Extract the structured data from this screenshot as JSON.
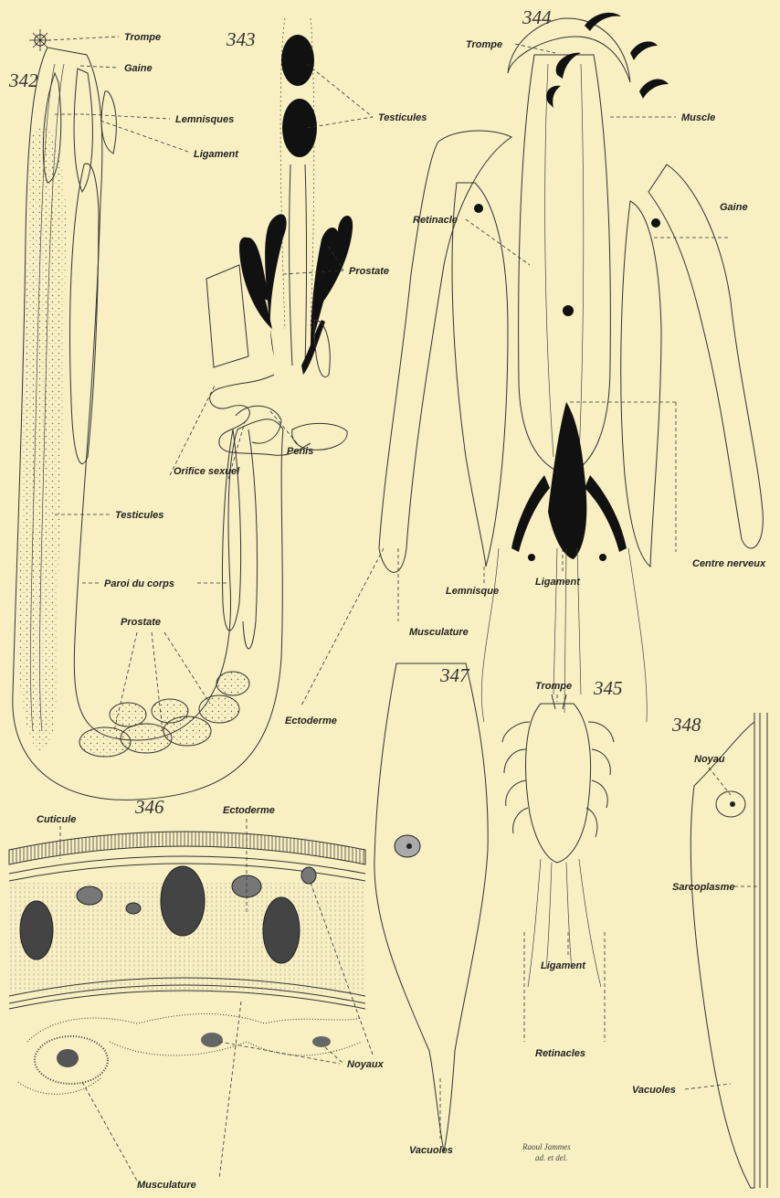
{
  "figure_numbers": {
    "f342": "342",
    "f343": "343",
    "f344": "344",
    "f345": "345",
    "f346": "346",
    "f347": "347",
    "f348": "348"
  },
  "labels": {
    "trompe_342": "Trompe",
    "gaine_342": "Gaine",
    "lemnisques": "Lemnisques",
    "ligament_342": "Ligament",
    "orifice_sexuel": "Orifice sexuel",
    "testicules_342": "Testicules",
    "paroi_du_corps": "Paroi du corps",
    "prostate_342": "Prostate",
    "ectoderme_342": "Ectoderme",
    "testicules_343": "Testicules",
    "prostate_343": "Prostate",
    "penis": "Penis",
    "trompe_344": "Trompe",
    "muscle": "Muscle",
    "retinacle": "Retinacle",
    "gaine_344": "Gaine",
    "lemnisque": "Lemnisque",
    "ligament_344": "Ligament",
    "centre_nerveux": "Centre nerveux",
    "musculature_344": "Musculature",
    "trompe_345": "Trompe",
    "ligament_345": "Ligament",
    "retinacles": "Retinacles",
    "cuticule": "Cuticule",
    "ectoderme_346": "Ectoderme",
    "noyaux": "Noyaux",
    "musculature_346": "Musculature",
    "vacuoles_347": "Vacuoles",
    "noyau": "Noyau",
    "sarcoplasme": "Sarcoplasme",
    "vacuoles_348": "Vacuoles"
  },
  "signature": {
    "line1": "Raoul Jammes",
    "line2": "ad. et del."
  },
  "colors": {
    "paper": "#f8efc2",
    "ink": "#333333",
    "solid": "#111111"
  }
}
